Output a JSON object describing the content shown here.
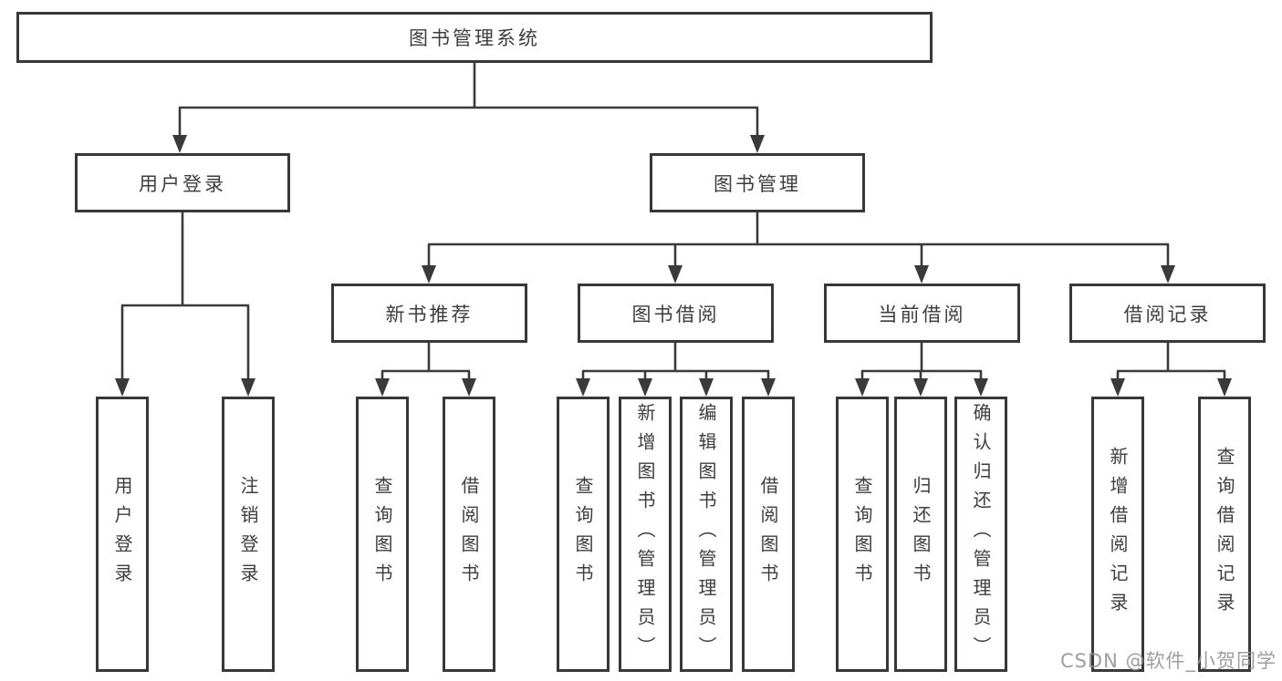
{
  "tree": {
    "root": "图书管理系统",
    "children": [
      {
        "label": "用户登录",
        "children": [
          {
            "label": "用户登录"
          },
          {
            "label": "注销登录"
          }
        ]
      },
      {
        "label": "图书管理",
        "children": [
          {
            "label": "新书推荐",
            "children": [
              {
                "label": "查询图书"
              },
              {
                "label": "借阅图书"
              }
            ]
          },
          {
            "label": "图书借阅",
            "children": [
              {
                "label": "查询图书"
              },
              {
                "label": "新增图书（管理员）"
              },
              {
                "label": "编辑图书（管理员）"
              },
              {
                "label": "借阅图书"
              }
            ]
          },
          {
            "label": "当前借阅",
            "children": [
              {
                "label": "查询图书"
              },
              {
                "label": "归还图书"
              },
              {
                "label": "确认归还（管理员）"
              }
            ]
          },
          {
            "label": "借阅记录",
            "children": [
              {
                "label": "新增借阅记录"
              },
              {
                "label": "查询借阅记录"
              }
            ]
          }
        ]
      }
    ]
  },
  "watermark": "CSDN @软件_小贺同学",
  "colors": {
    "line": "#3a3a3a",
    "border": "#383838",
    "text": "#3d3d3d",
    "watermark": "#949494",
    "background": "#ffffff"
  }
}
